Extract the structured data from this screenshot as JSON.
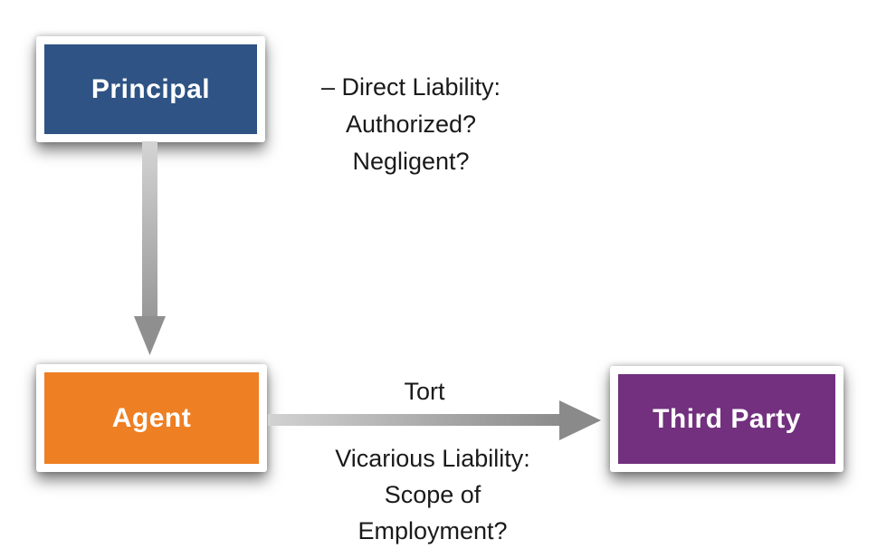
{
  "diagram": {
    "type": "flow-diagram",
    "nodes": [
      {
        "id": "principal",
        "label": "Principal",
        "color": "#2E5384"
      },
      {
        "id": "agent",
        "label": "Agent",
        "color": "#EE7F23"
      },
      {
        "id": "third_party",
        "label": "Third Party",
        "color": "#72307E"
      }
    ],
    "edges": [
      {
        "from": "principal",
        "to": "agent",
        "direction": "down",
        "label": ""
      },
      {
        "from": "agent",
        "to": "third_party",
        "direction": "right",
        "label": "Tort"
      }
    ],
    "annotations": {
      "direct_liability": {
        "line1": "– Direct Liability:",
        "line2": "Authorized?",
        "line3": "Negligent?"
      },
      "tort": "Tort",
      "vicarious_liability": {
        "line1": "Vicarious Liability:",
        "line2": "Scope of",
        "line3": "Employment?"
      }
    },
    "colors": {
      "principal_blue": "#2E5384",
      "agent_orange": "#EE7F23",
      "third_party_purple": "#72307E",
      "arrow_gray_light": "#D0D0D0",
      "arrow_gray_dark": "#8A8A8A",
      "annotation_text": "#1A1A1A",
      "box_frame": "#FFFFFF"
    }
  }
}
